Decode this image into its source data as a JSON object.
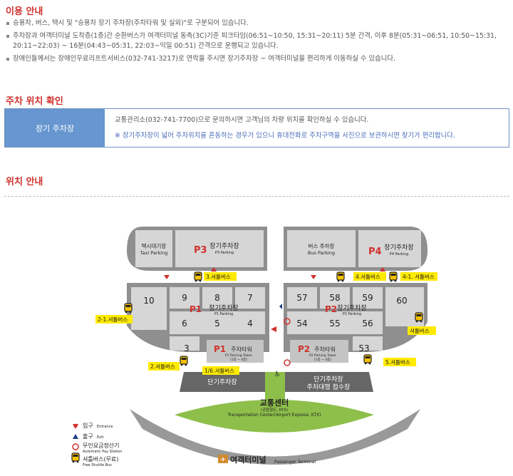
{
  "usage": {
    "title": "이용 안내",
    "items": [
      "승용차, 버스, 택시 및 \"승용차 장기 주차장(주차타워 및 실외)\"로 구분되어 있습니다.",
      "주차장과 여객터미널 도착층(1층)간 순환버스가 여객터미널 동측(3C)기준 피크타임(06:51~10:50, 15:31~20:11) 5분 간격, 이후 8분(05:31~06:51, 10:50~15:31, 20:11~22:03) ~ 16분(04:43~05:31, 22:03~익일 00:51) 간격으로 운행되고 있습니다.",
      "장애인들께서는 장애인무료리프트서비스(032-741-3217)로 연락을 주시면 장기주차장 ~ 여객터미널을 편리하게 이동하실 수 있습니다."
    ]
  },
  "location_check": {
    "title": "주차 위치 확인",
    "label": "장기 주차장",
    "line1": "교통관리소(032-741-7700)으로 문의하시면 고객님의 차량 위치를 확인하실 수 있습니다.",
    "line2": "※ 장기주차장이 넓어 주차위치를 혼동하는 경우가 있으니 휴대전화로 주차구역을 사진으로 보관하시면 찾기가 편리합니다."
  },
  "map_section": {
    "title": "위치 안내",
    "zones": {
      "taxi_kr": "택시대기장",
      "taxi_en": "Taxi Parking",
      "bus_kr": "버스 주차장",
      "bus_en": "Bus Parking",
      "p3": "P3",
      "p4": "P4",
      "p1": "P1",
      "p2": "P2",
      "long_term": "장기주차장",
      "p1_sub": "P1 Parking",
      "p2_sub": "P2 Parking",
      "p3_sub": "P3 Parking",
      "p4_sub": "P4 Parking",
      "tower": "주차타워",
      "p1_tower_en": "P1 Parking Tower",
      "p2_tower_en": "P2 Parking Tower",
      "tower_floors": "(1층 ~ 4층)",
      "short_left": "단기주차장",
      "short_right_1": "단기주차장",
      "short_right_2": "주차대행 접수장"
    },
    "sections": {
      "s10": "10",
      "s9": "9",
      "s8": "8",
      "s7": "7",
      "s6": "6",
      "s5": "5",
      "s4": "4",
      "s3": "3",
      "s57": "57",
      "s58": "58",
      "s59": "59",
      "s60": "60",
      "s54": "54",
      "s55": "55",
      "s56": "56",
      "s53": "53"
    },
    "shuttles": {
      "s3": "3.셔틀버스",
      "s4": "4.셔틀버스",
      "s41": "4-1. 셔틀버스",
      "s21": "2-1.셔틀버스",
      "right": "셔틀버스",
      "s2": "2.셔틀버스",
      "s16": "1/6.셔틀버스",
      "s5": "5.셔틀버스"
    },
    "center": {
      "title": "교통센터",
      "sub": "(공항철도, KTX)",
      "en": "Transportation Center(Airport Express, KTX)"
    },
    "terminal": {
      "kr": "여객터미널",
      "en": "Passenger Terminal"
    },
    "legend": {
      "entrance_kr": "입구",
      "entrance_en": "Entrance",
      "exit_kr": "출구",
      "exit_en": "Exit",
      "pay_kr": "무인요금정산기",
      "pay_en": "Automatic Pay Station",
      "bus_kr": "셔틀버스(무료)",
      "bus_en": "Free Shuttle Bus"
    },
    "colors": {
      "accent_red": "#d0312d",
      "blue_label": "#6796d0",
      "green": "#8dbf4a",
      "yellow": "#ffea00"
    }
  }
}
